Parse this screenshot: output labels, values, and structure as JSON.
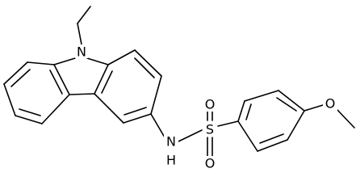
{
  "atoms": {
    "n9": "N",
    "nh": "N",
    "h": "H",
    "s": "S",
    "o_top": "O",
    "o_bottom": "O",
    "o_methoxy": "O"
  },
  "colors": {
    "bond": "#000000",
    "label": "#000000",
    "background": "#ffffff"
  }
}
